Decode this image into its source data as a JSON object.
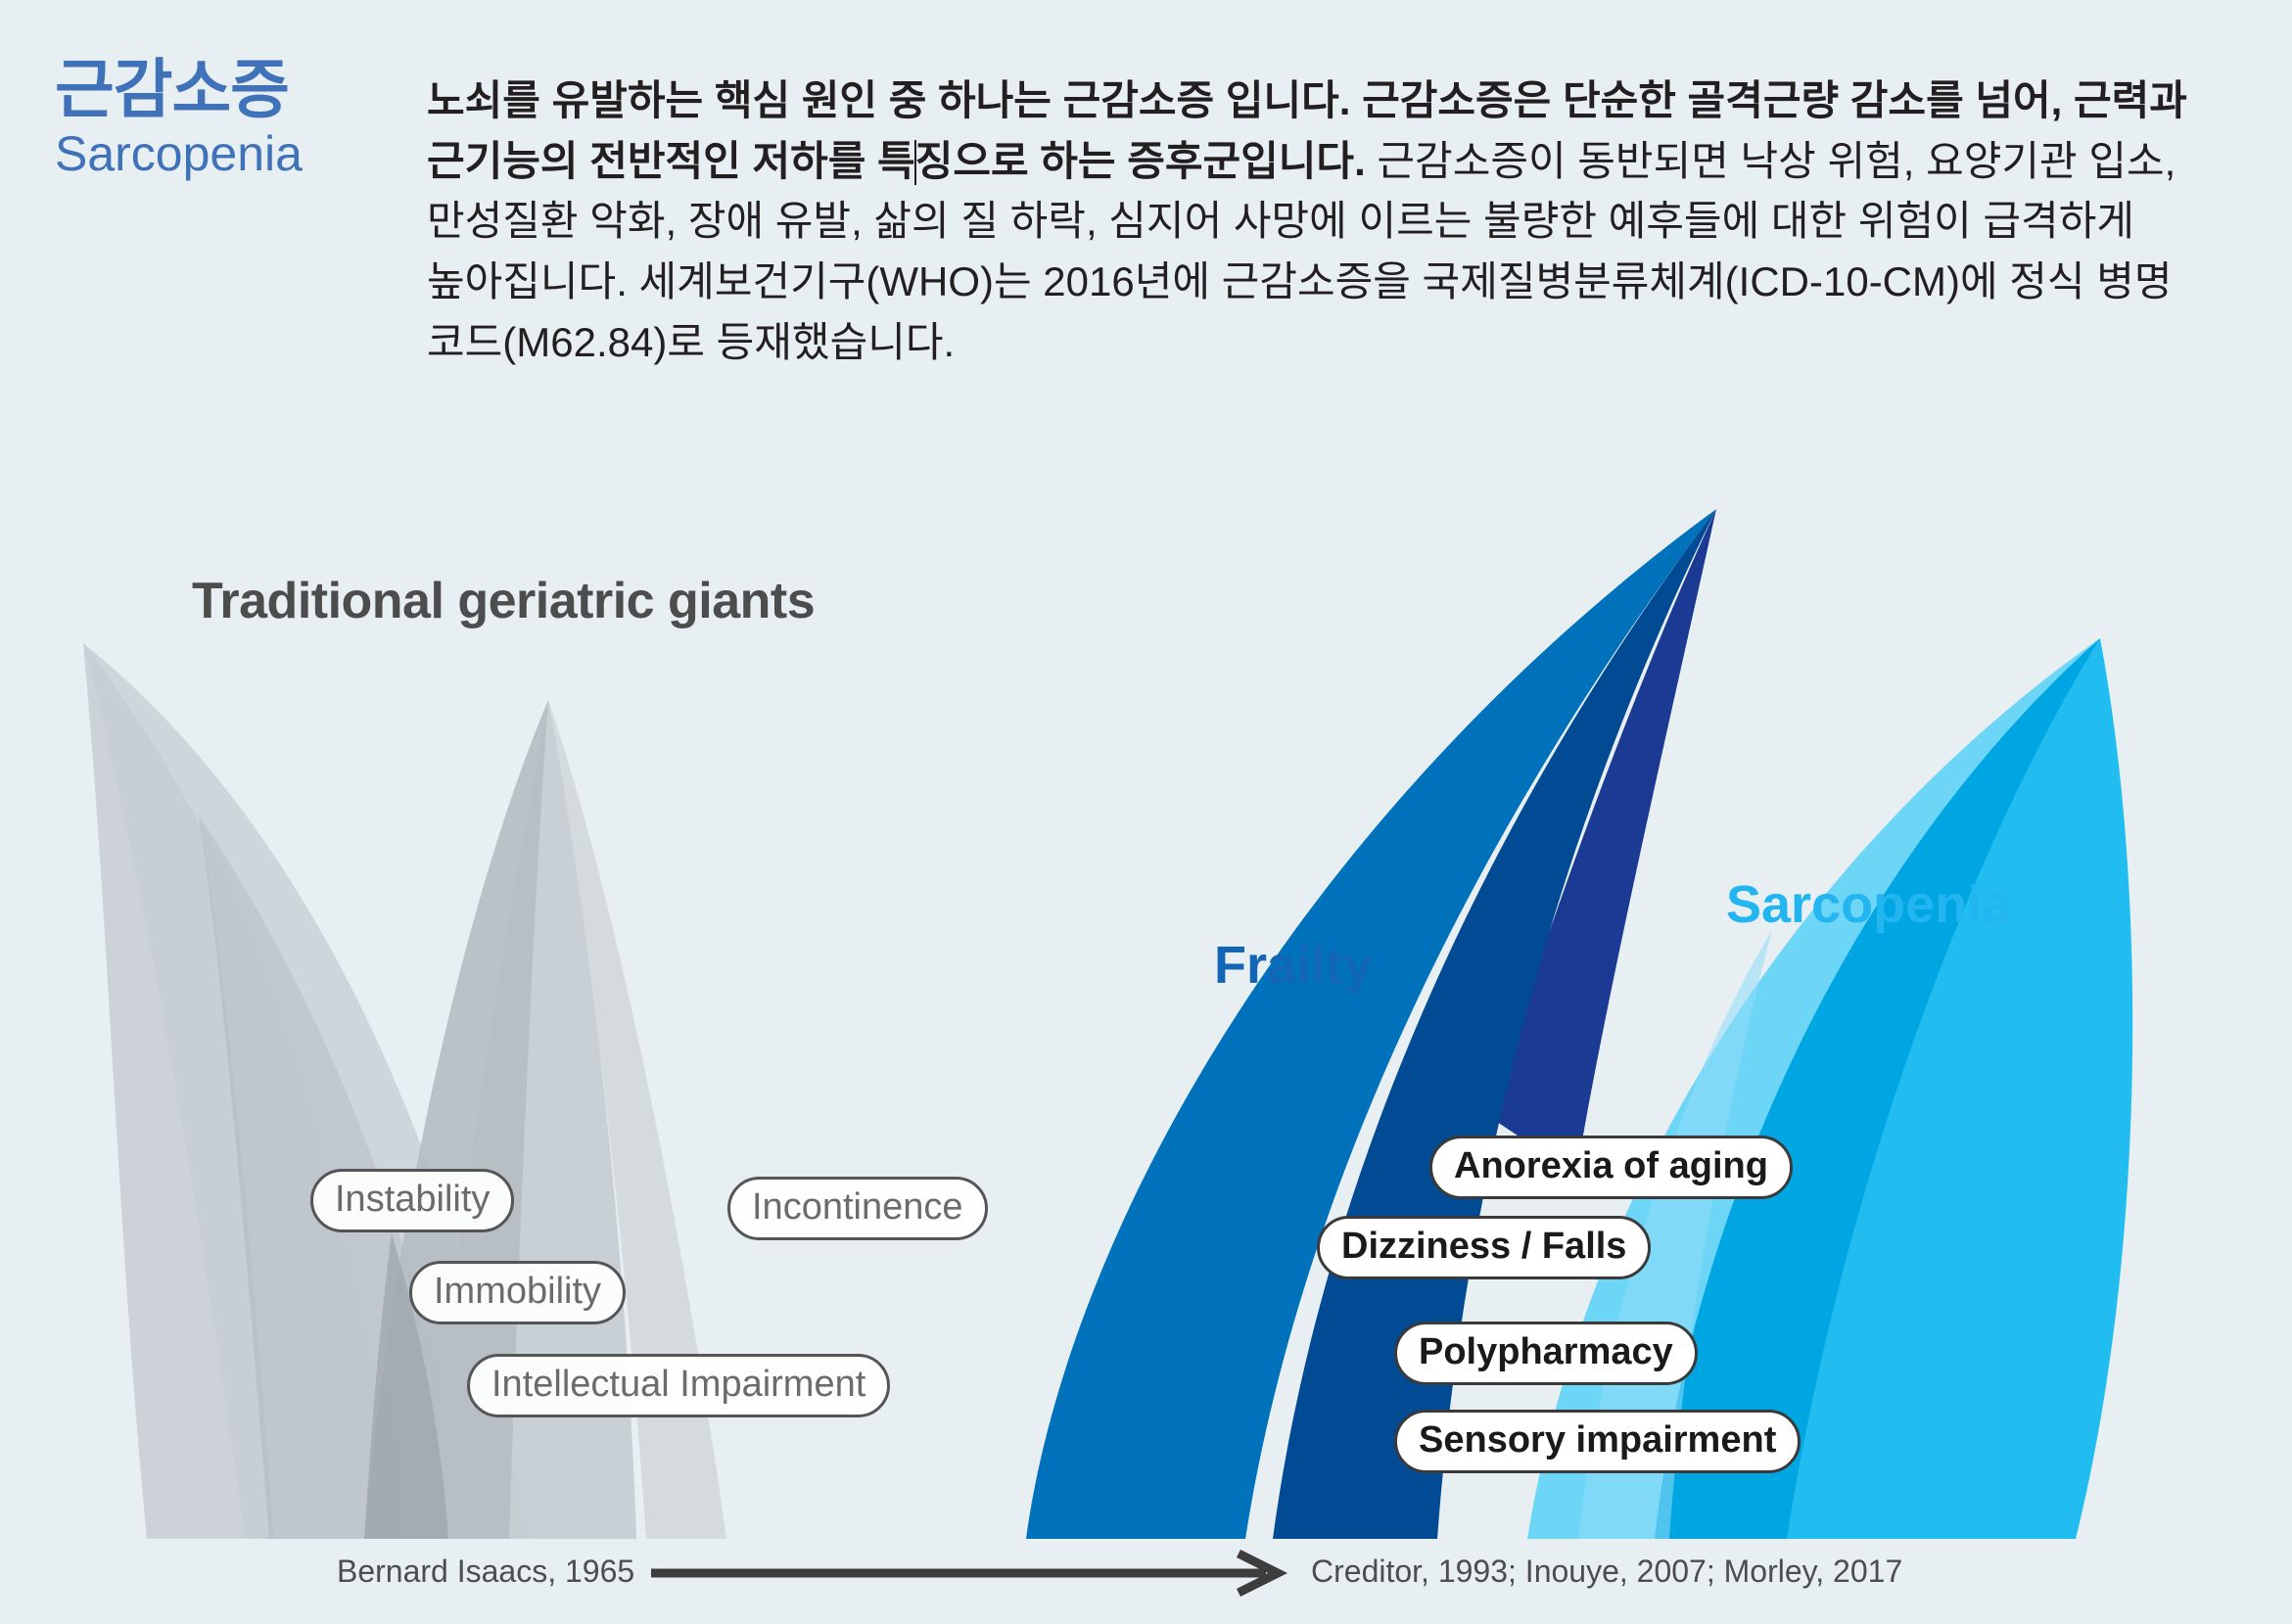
{
  "page": {
    "background_color": "#e8eff2"
  },
  "header": {
    "title_ko": "근감소증",
    "title_en": "Sarcopenia",
    "title_color": "#3f72b8",
    "paragraph_bold": "노쇠를 유발하는 핵심 원인 중 하나는 근감소증 입니다. 근감소증은 단순한 골격근량 감소를 넘어, 근력과 근기능의 전반적인 저하를 특징으로 하는 증후군입니다.",
    "paragraph_rest": " 근감소증이 동반되면 낙상 위험, 요양기관 입소, 만성질환 악화, 장애 유발, 삶의 질 하락, 심지어 사망에 이르는 불량한 예후들에 대한 위험이 급격하게 높아집니다. 세계보건기구(WHO)는 2016년에 근감소증을 국제질병분류체계(ICD-10-CM)에 정식 병명 코드(M62.84)로 등재했습니다."
  },
  "figure": {
    "gray_section_heading": "Traditional geriatric giants",
    "gray_heading_color": "#4d4d4d",
    "fin_labels": [
      {
        "text": "Frailty",
        "color": "#1266b5"
      },
      {
        "text": "Sarcopenia",
        "color": "#22b5f0"
      }
    ],
    "gray_pills": [
      "Instability",
      "Immobility",
      "Incontinence",
      "Intellectual Impairment"
    ],
    "blue_pills": [
      "Anorexia of aging",
      "Dizziness / Falls",
      "Polypharmacy",
      "Sensory impairment"
    ],
    "palette": {
      "gray_light": "#ccd2d8",
      "gray_mid": "#b3bac1",
      "gray_dark": "#939aa3",
      "blue_mid": "#0072bc",
      "blue_dark": "#004b93",
      "blue_navy": "#1b3a93",
      "cyan_mid": "#00a6e2",
      "cyan_bright": "#22bdf0",
      "cyan_light": "#5fd0f5"
    }
  },
  "footer": {
    "left_citation": "Bernard Isaacs, 1965",
    "right_citation": "Creditor, 1993; Inouye, 2007; Morley, 2017",
    "arrow_icon": "right-arrow-icon"
  }
}
